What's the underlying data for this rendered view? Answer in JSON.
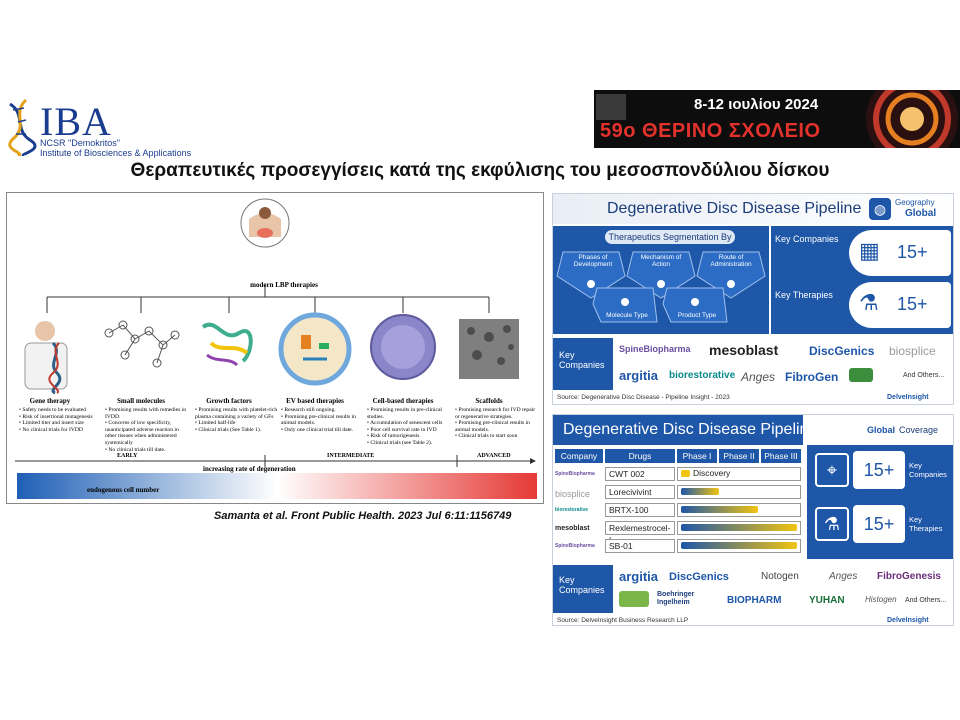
{
  "header": {
    "logo_main": "IBA",
    "logo_line1": "NCSR \"Demokritos\"",
    "logo_line2": "Institute of Biosciences & Applications",
    "banner_date": "8-12 ιουλίου 2024",
    "banner_title": "59ο ΘΕΡΙΝΟ ΣΧΟΛΕΙΟ"
  },
  "page_title": "Θεραπευτικές προσεγγίσεις κατά της εκφύλισης του μεσοσπονδύλιου δίσκου",
  "figure": {
    "center_label": "modern LBP therapies",
    "therapies": [
      {
        "title": "Gene therapy",
        "items": [
          "Safety needs to be evaluated",
          "Risk of insertional mutagenesis",
          "Limited titer and insert size",
          "No clinical trials for IVDD"
        ]
      },
      {
        "title": "Small molecules",
        "items": [
          "Promising results with remedies in IVDD.",
          "Concerns of low specificity, unanticipated adverse reaction in other tissues when administered systemically",
          "No clinical trials till date."
        ]
      },
      {
        "title": "Growth factors",
        "items": [
          "Promising results with platelet-rich plasma containing a variety of GFs",
          "Limited half-life",
          "Clinical trials (See Table 1)."
        ]
      },
      {
        "title": "EV based therapies",
        "items": [
          "Research still ongoing.",
          "Promising pre-clinical results in animal models.",
          "Only one clinical trial till date."
        ]
      },
      {
        "title": "Cell-based therapies",
        "items": [
          "Promising results in pre-clinical studies.",
          "Accumulation of senescent cells",
          "Poor cell survival rate in IVD",
          "Risk of tumorigenesis",
          "Clinical trials (see Table 2)."
        ]
      },
      {
        "title": "Scaffolds",
        "items": [
          "Promising research for IVD repair or regenerative strategies.",
          "Promising pre-clinical results in animal models.",
          "Clinical trials to start soon"
        ]
      }
    ],
    "stage_early": "EARLY",
    "stage_intermediate": "INTERMEDIATE",
    "stage_advanced": "ADVANCED",
    "arrow_degeneration": "increasing rate of degeneration",
    "arrow_cells": "endogenous cell number"
  },
  "citation": "Samanta et al. Front Public Health. 2023 Jul 6:11:1156749",
  "info1": {
    "title": "Degenerative Disc Disease Pipeline",
    "geo_label": "Geography",
    "geo_value": "Global",
    "seg_title": "Therapeutics Segmentation By",
    "seg_items": [
      "Phases of Development",
      "Mechanism of Action",
      "Route of Administration",
      "Molecule Type",
      "Product Type"
    ],
    "key_companies_label": "Key Companies",
    "key_companies_value": "15+",
    "key_therapies_label": "Key Therapies",
    "key_therapies_value": "15+",
    "companies_label": "Key Companies",
    "companies": [
      "SpineBiopharma",
      "mesoblast",
      "DiscGenics",
      "biosplice",
      "argitia",
      "biorestorative",
      "Anges",
      "FibroGen",
      "And Others..."
    ],
    "source": "Source: Degenerative Disc Disease - Pipeline Insight - 2023",
    "brand": "DelveInsight"
  },
  "info2": {
    "title": "Degenerative Disc Disease Pipeline",
    "coverage_bold": "Global",
    "coverage_rest": "Coverage",
    "table_headers": [
      "Company",
      "Drugs",
      "Phase I",
      "Phase II",
      "Phase III"
    ],
    "rows": [
      {
        "company": "SpineBiopharma",
        "drug": "CWT 002",
        "label": "Discovery",
        "progress": 0.08
      },
      {
        "company": "biosplice",
        "drug": "Lorecivivint",
        "progress": 0.33
      },
      {
        "company": "biorestorative",
        "drug": "BRTX-100",
        "progress": 0.66
      },
      {
        "company": "mesoblast",
        "drug": "Rexlemestrocel-L",
        "progress": 1.0
      },
      {
        "company": "SpineBiopharma",
        "drug": "SB-01",
        "progress": 1.0
      }
    ],
    "key_companies_value": "15+",
    "key_companies_label": "Key Companies",
    "key_therapies_value": "15+",
    "key_therapies_label": "Key Therapies",
    "companies_label": "Key Companies",
    "companies": [
      "argitia",
      "DiscGenics",
      "Notogen",
      "Anges",
      "FibroGenesis",
      "Boehringer Ingelheim",
      "BIOPHARM",
      "YUHAN",
      "Histogen",
      "And Others..."
    ],
    "source": "Source: DelveInsight Business Research LLP",
    "brand": "DelveInsight"
  },
  "colors": {
    "accent": "#1e56a8",
    "banner_red": "#e3322b",
    "logo_blue": "#1b3d8f"
  }
}
